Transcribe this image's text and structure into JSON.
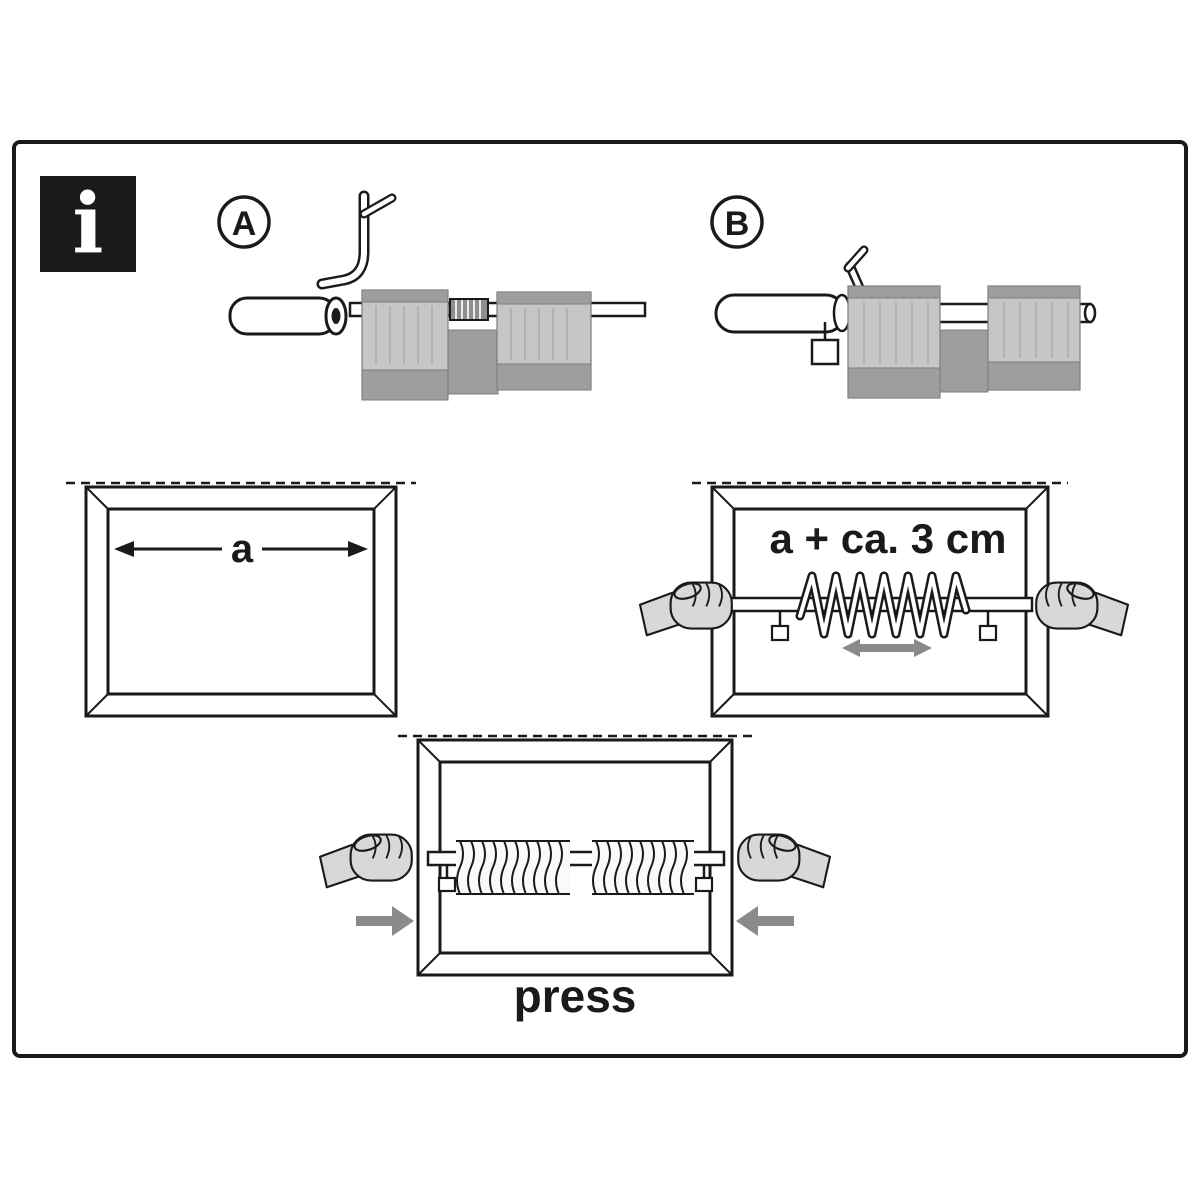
{
  "labels": {
    "info_icon": "i",
    "step_a": "A",
    "step_b": "B",
    "width_label": "a",
    "extension_label": "a + ca. 3 cm",
    "press_label": "press"
  },
  "colors": {
    "line": "#1a1a1a",
    "curtain": "#c6c6c6",
    "curtain_dark": "#9e9e9e",
    "hand": "#d8d8d8",
    "arrow_gray": "#8a8a8a"
  }
}
